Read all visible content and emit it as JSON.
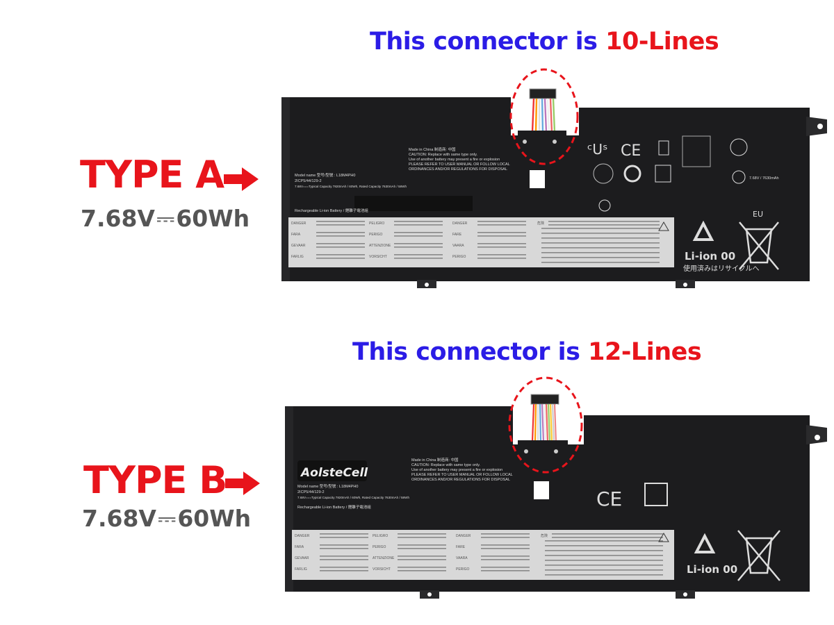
{
  "section_a": {
    "title_prefix": "This connector is ",
    "title_highlight": "10-Lines",
    "type_label": "TYPE A",
    "spec_voltage": "7.68V",
    "spec_symbol": "⎓",
    "spec_energy": "60Wh",
    "battery": {
      "model": "Model name 型号/型號 : L18M4PH0",
      "cell": "2ICP5/44/129-2",
      "capacity": "7.68V===Typical Capacity 7820mAh / 60Wh, Rated Capacity 7630mAh / 58Wh",
      "rechargeable": "Rechargeable Li-ion Battery / 鋰離子電池組",
      "made_in": "Made in China 制造商: 中国",
      "caution": "CAUTION: Replace with same type only.",
      "caution2": "Use of another battery may present a fire or explosion",
      "refer": "PLEASE REFER TO USER MANUAL OR FOLLOW LOCAL",
      "ordinances": "ORDINANCES AND/OR REGULATIONS FOR DISPOSAL",
      "warning_labels": [
        "DANGER",
        "FARA",
        "GEVAAR",
        "FARLIG",
        "PELIGRO",
        "PERIGO",
        "ATTENZIONE",
        "VORSICHT",
        "DANGER",
        "FARE",
        "VAARA",
        "PERIGO",
        "危険"
      ],
      "ce_mark": "CE",
      "rating": "7.68V / 7630mAh",
      "recycle_text": "Li-ion 00",
      "recycle_jp": "使用済みはリサイクルへ",
      "eu_label": "EU"
    }
  },
  "section_b": {
    "title_prefix": "This connector is ",
    "title_highlight": "12-Lines",
    "type_label": "TYPE B",
    "spec_voltage": "7.68V",
    "spec_symbol": "⎓",
    "spec_energy": "60Wh",
    "battery": {
      "brand": "AolsteCell",
      "model": "Model name 型号/型號 : L18M4PH0",
      "cell": "2ICP5/44/129-2",
      "capacity": "7.68V===Typical Capacity 7820mAh / 60Wh, Rated Capacity 7630mAh / 58Wh",
      "rechargeable": "Rechargeable Li-ion Battery / 鋰離子電池組",
      "made_in": "Made in China 制造商: 中国",
      "caution": "CAUTION: Replace with same type only.",
      "caution2": "Use of another battery may present a fire or explosion",
      "refer": "PLEASE REFER TO USER MANUAL OR FOLLOW LOCAL",
      "ordinances": "ORDINANCES AND/OR REGULATIONS FOR DISPOSAL",
      "warning_labels": [
        "DANGER",
        "FARA",
        "GEVAAR",
        "FARLIG",
        "PELIGRO",
        "PERIGO",
        "ATTENZIONE",
        "VORSICHT",
        "DANGER",
        "FARE",
        "VAARA",
        "PERIGO",
        "危険"
      ],
      "ce_mark": "CE",
      "recycle_text": "Li-ion 00"
    }
  },
  "colors": {
    "blue": "#2b1ce6",
    "red": "#e8141b",
    "gray": "#555555",
    "battery": "#1c1c1e"
  }
}
